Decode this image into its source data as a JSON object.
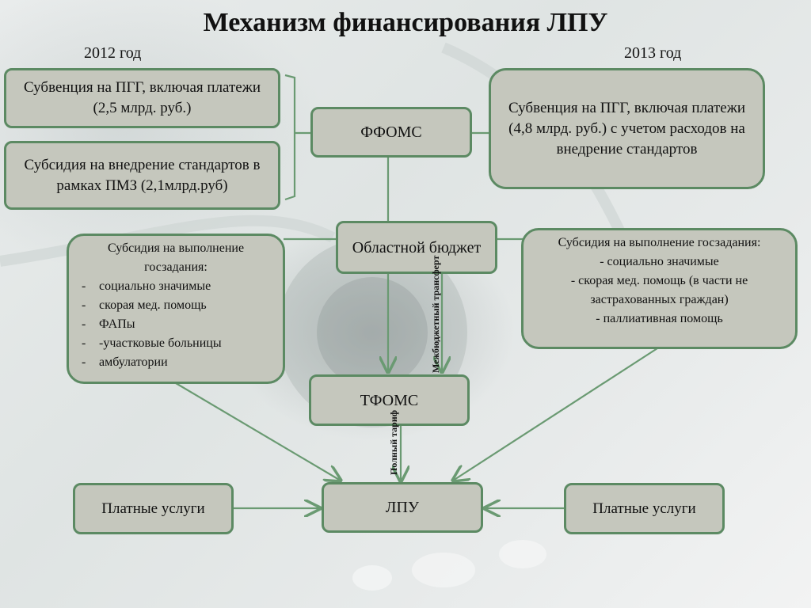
{
  "title": "Механизм финансирования ЛПУ",
  "years": {
    "left": "2012 год",
    "right": "2013 год"
  },
  "boxes": {
    "subvention_2012": "Субвенция на ПГГ, включая платежи (2,5 млрд. руб.)",
    "subsidy_standards": "Субсидия на внедрение стандартов в рамках ПМЗ (2,1млрд.руб)",
    "ffoms": "ФФОМС",
    "subvention_2013": "Субвенция на ПГГ, включая платежи (4,8 млрд. руб.) с учетом расходов на внедрение стандартов",
    "regional_budget": "Областной бюджет",
    "tfoms": "ТФОМС",
    "lpu": "ЛПУ",
    "paid_left": "Платные услуги",
    "paid_right": "Платные услуги"
  },
  "left_task": {
    "header": "Субсидия на выполнение госзадания:",
    "items": [
      "социально значимые",
      "скорая мед. помощь",
      "ФАПы",
      "-участковые больницы",
      "амбулатории"
    ]
  },
  "right_task": {
    "header": "Субсидия на выполнение госзадания:",
    "lines": [
      "- социально значимые",
      "- скорая мед. помощь  (в части не застрахованных граждан)",
      "- паллиативная помощь"
    ]
  },
  "edge_labels": {
    "transfer": "Межбюджетный трансферт",
    "full_tariff": "Полный тариф"
  },
  "colors": {
    "box_fill": "#c5c7bd",
    "border": "#5c8a63",
    "arrow": "#6a9a72"
  }
}
